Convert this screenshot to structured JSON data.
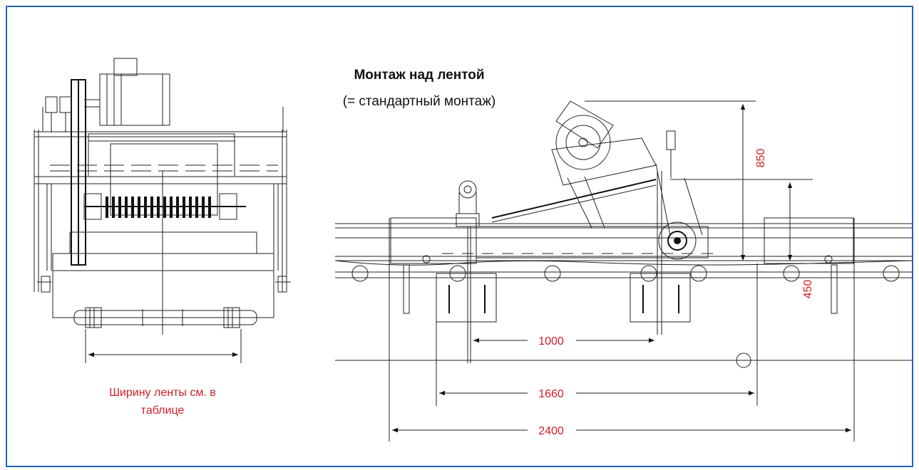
{
  "colors": {
    "border": "#1f66b3",
    "dimension_text": "#d21e25",
    "line": "#222222"
  },
  "heading": {
    "title": "Монтаж над лентой",
    "subtitle": "(= стандартный монтаж)"
  },
  "front_view": {
    "note_line1": "Ширину ленты см. в",
    "note_line2": "таблице"
  },
  "dimensions": {
    "height_total": "850",
    "height_belt": "450",
    "distance_1": "1000",
    "distance_2": "1660",
    "distance_3": "2400"
  }
}
